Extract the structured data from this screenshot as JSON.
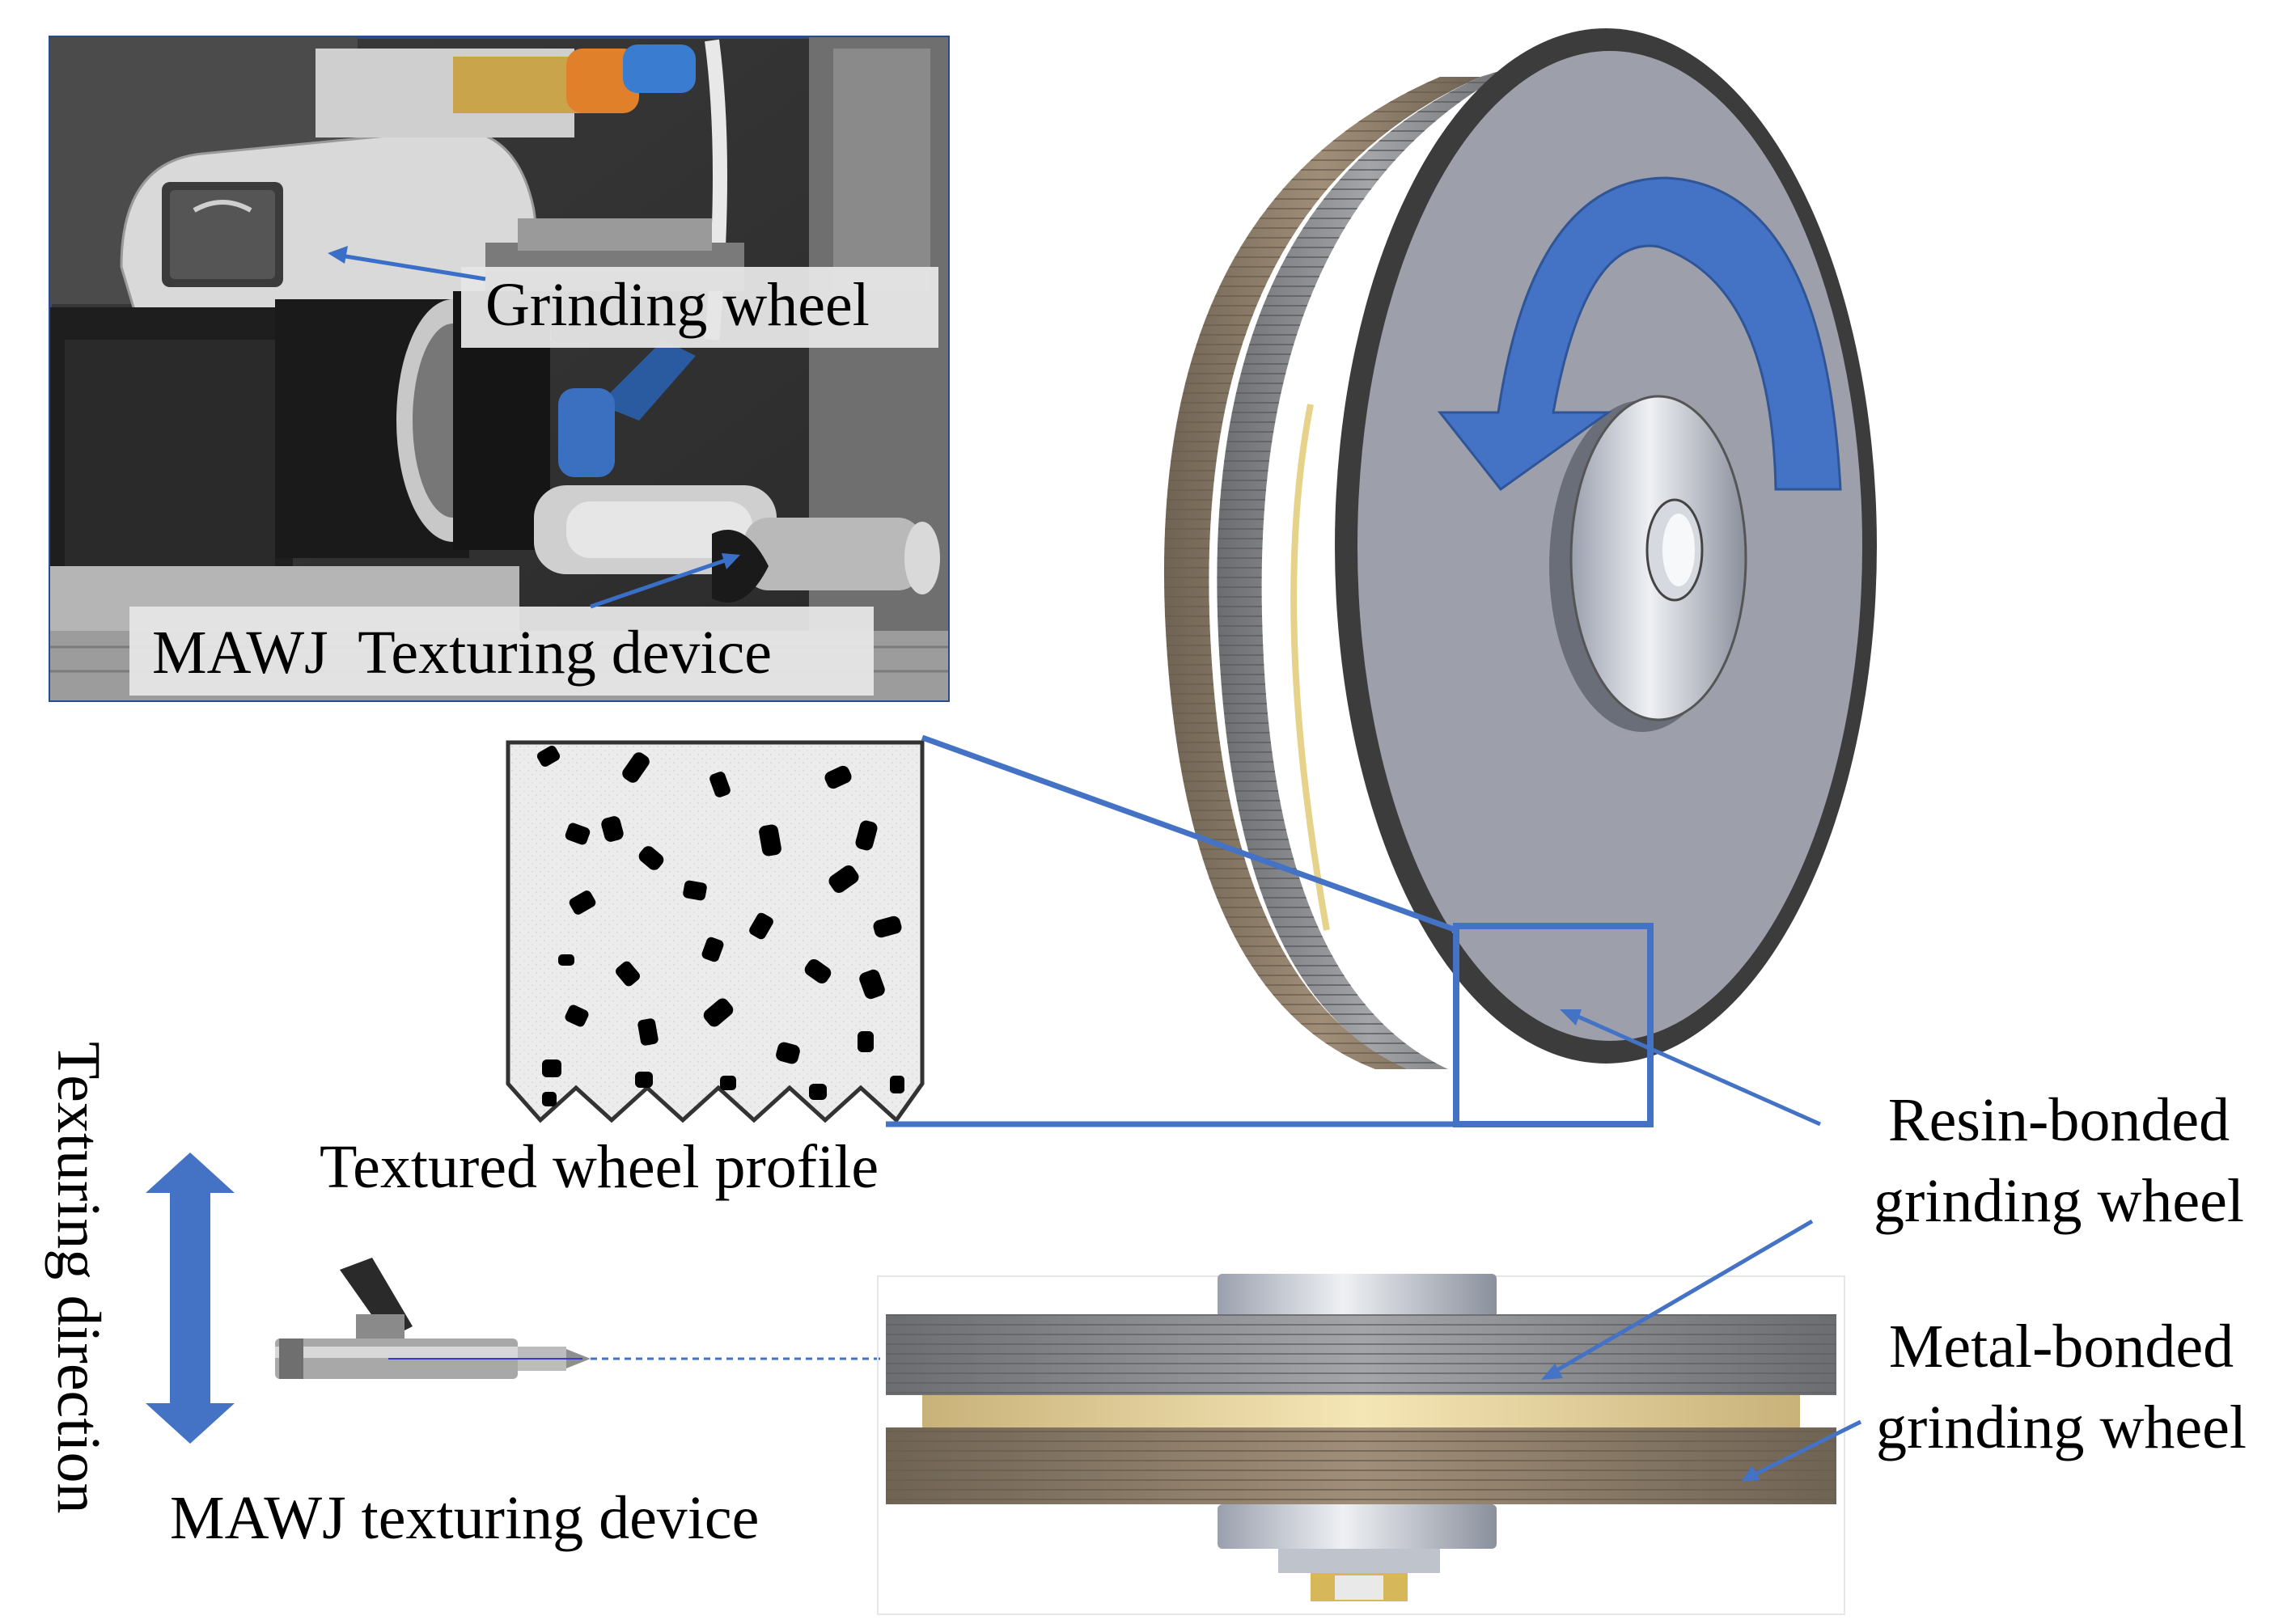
{
  "labels": {
    "photo_grinding_wheel": "Grinding wheel",
    "photo_texturing_device": "MAWJ  Texturing device",
    "textured_profile": "Textured wheel profile",
    "texturing_direction": "Texturing direction",
    "mawj_device": "MAWJ texturing device",
    "resin_line1": "Resin-bonded",
    "resin_line2": "grinding wheel",
    "metal_line1": "Metal-bonded",
    "metal_line2": "grinding wheel"
  },
  "colors": {
    "accent_blue": "#4472C4",
    "resin_layer": "#8C8D8F",
    "metal_layer": "#9A8872",
    "brass_layer": "#E6D49A",
    "face_gray": "#9DA0AA"
  },
  "icons": {
    "rotation": "curved-arrow-icon",
    "direction": "double-arrow-icon"
  }
}
